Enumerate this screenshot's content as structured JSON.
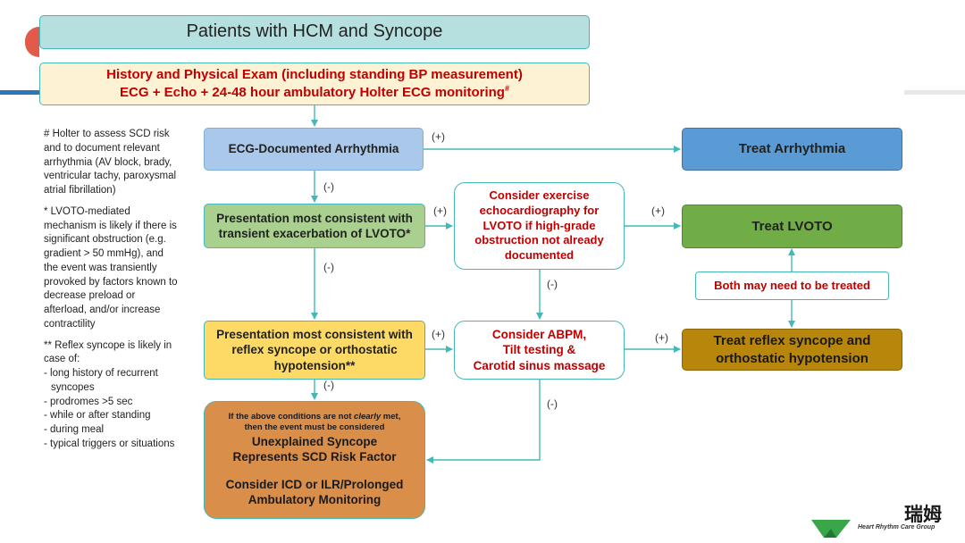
{
  "colors": {
    "teal_line": "#44b8b8",
    "title_fill": "#b6e0e0",
    "history_fill": "#fdf3d4",
    "history_text": "#c00000",
    "blue_fill": "#a9c8ea",
    "green_fill": "#a9d08f",
    "yellow_fill": "#fdd966",
    "orange_fill": "#d98e4a",
    "treat_blue": "#5b9bd5",
    "treat_green": "#70ad47",
    "treat_gold": "#b8860b",
    "red_text": "#c00000"
  },
  "title": "Patients with HCM and Syncope",
  "history": {
    "line1": "History and Physical Exam (including standing BP measurement)",
    "line2": "ECG + Echo + 24-48 hour ambulatory Holter ECG monitoring",
    "mark": "#"
  },
  "nodes": {
    "ecg_arrhythmia": "ECG-Documented Arrhythmia",
    "treat_arrhythmia": "Treat Arrhythmia",
    "lvoto_presentation": [
      "Presentation most consistent with",
      "transient exacerbation of LVOTO*"
    ],
    "exercise_echo": [
      "Consider exercise",
      "echocardiography for",
      "LVOTO if high-grade",
      "obstruction not already",
      "documented"
    ],
    "treat_lvoto": "Treat LVOTO",
    "both_treated": "Both may need to be treated",
    "reflex_presentation": [
      "Presentation most consistent with",
      "reflex syncope or orthostatic",
      "hypotension**"
    ],
    "abpm": [
      "Consider ABPM,",
      "Tilt testing &",
      "Carotid sinus massage"
    ],
    "treat_reflex": [
      "Treat reflex syncope and",
      "orthostatic hypotension"
    ],
    "unexplained": {
      "small_pre": "If the above conditions are not ",
      "small_em": "clearly",
      "small_post": " met,",
      "small2": "then the event must be considered",
      "bold1": "Unexplained Syncope",
      "bold2": "Represents SCD Risk Factor",
      "bold3": "Consider ICD or ILR/Prolonged",
      "bold4": "Ambulatory Monitoring"
    }
  },
  "edge_labels": {
    "pos": "(+)",
    "neg": "(-)"
  },
  "notes": {
    "holter": "# Holter to assess SCD risk and to document relevant arrhythmia (AV block, brady, ventricular tachy, paroxysmal atrial fibrillation)",
    "lvoto": "* LVOTO-mediated mechanism is likely if there is significant obstruction (e.g. gradient > 50 mmHg), and the event was transiently provoked by factors known to decrease preload or afterload, and/or increase contractility",
    "reflex_intro": "** Reflex syncope is likely in case of:",
    "reflex_items": [
      "- long history of recurrent syncopes",
      "- prodromes >5 sec",
      "- while or after standing",
      "- during meal",
      "- typical triggers or situations"
    ]
  },
  "logo": {
    "chinese": "瑞姆",
    "english": "Heart Rhythm Care Group"
  }
}
